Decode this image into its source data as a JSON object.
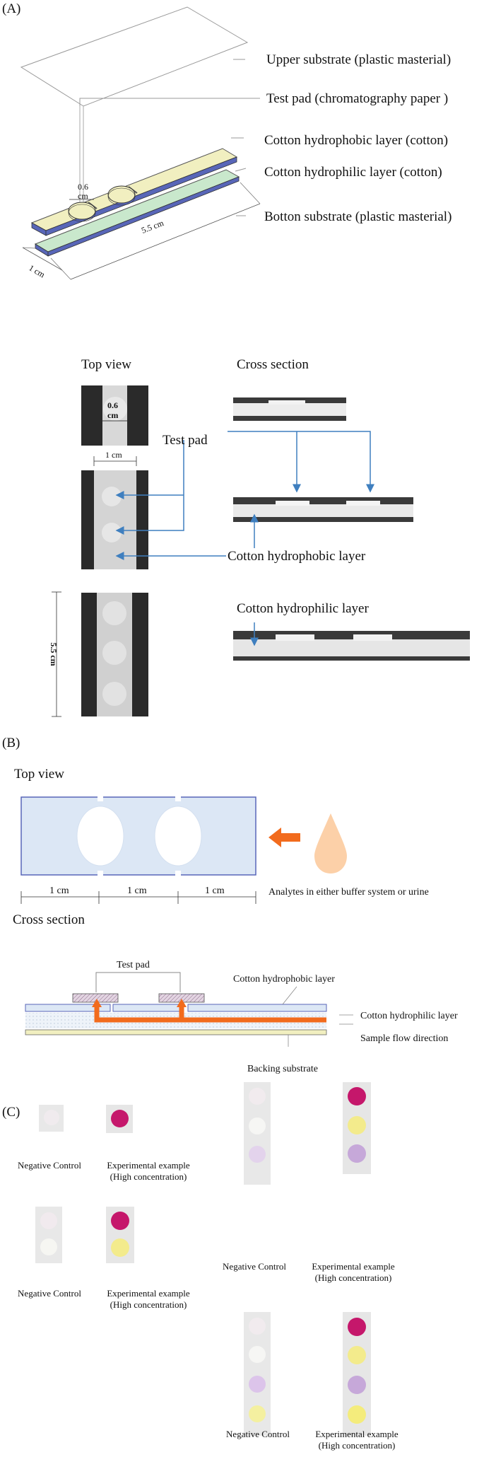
{
  "panel_a": {
    "tag": "(A)",
    "diagram_labels": {
      "upper_substrate": "Upper substrate (plastic masterial)",
      "test_pad": "Test pad (chromatography paper )",
      "hydrophobic": "Cotton hydrophobic layer (cotton)",
      "hydrophilic": "Cotton hydrophilic layer (cotton)",
      "bottom_substrate": "Botton substrate (plastic masterial)",
      "pad_dim_value": "0.6",
      "pad_dim_unit": "cm",
      "length_dim": "5.5 cm",
      "width_dim": "1 cm"
    },
    "photos": {
      "top_view": "Top view",
      "cross_section": "Cross section",
      "test_pad": "Test pad",
      "hydrophobic": "Cotton hydrophobic layer",
      "hydrophilic": "Cotton hydrophilic layer",
      "pad_dim_value": "0.6",
      "pad_dim_unit": "cm",
      "width_dim": "1 cm",
      "length_dim": "5.5 cm"
    }
  },
  "panel_b": {
    "tag": "(B)",
    "top_view": "Top view",
    "dim1": "1 cm",
    "dim2": "1 cm",
    "dim3": "1 cm",
    "analytes": "Analytes in either buffer system or urine",
    "cross_section": "Cross section",
    "test_pad": "Test pad",
    "hydrophobic": "Cotton hydrophobic layer",
    "hydrophilic": "Cotton hydrophilic layer",
    "flow": "Sample flow direction",
    "backing": "Backing substrate"
  },
  "panel_c": {
    "tag": "(C)",
    "negative": "Negative Control",
    "exp_line1": "Experimental example",
    "exp_line2": "(High concentration)"
  },
  "colors": {
    "hydrophobic_layer": "#f1efc0",
    "hydrophilic_layer": "#c9e8cc",
    "layer_edge": "#5866b8",
    "flow_arrow": "#f26b1d",
    "droplet": "#fcd0a8",
    "leader_line": "#3f7fbf",
    "magenta": "#c5176b",
    "yellow": "#f3eb8c",
    "lavender": "#c6a8d9"
  }
}
